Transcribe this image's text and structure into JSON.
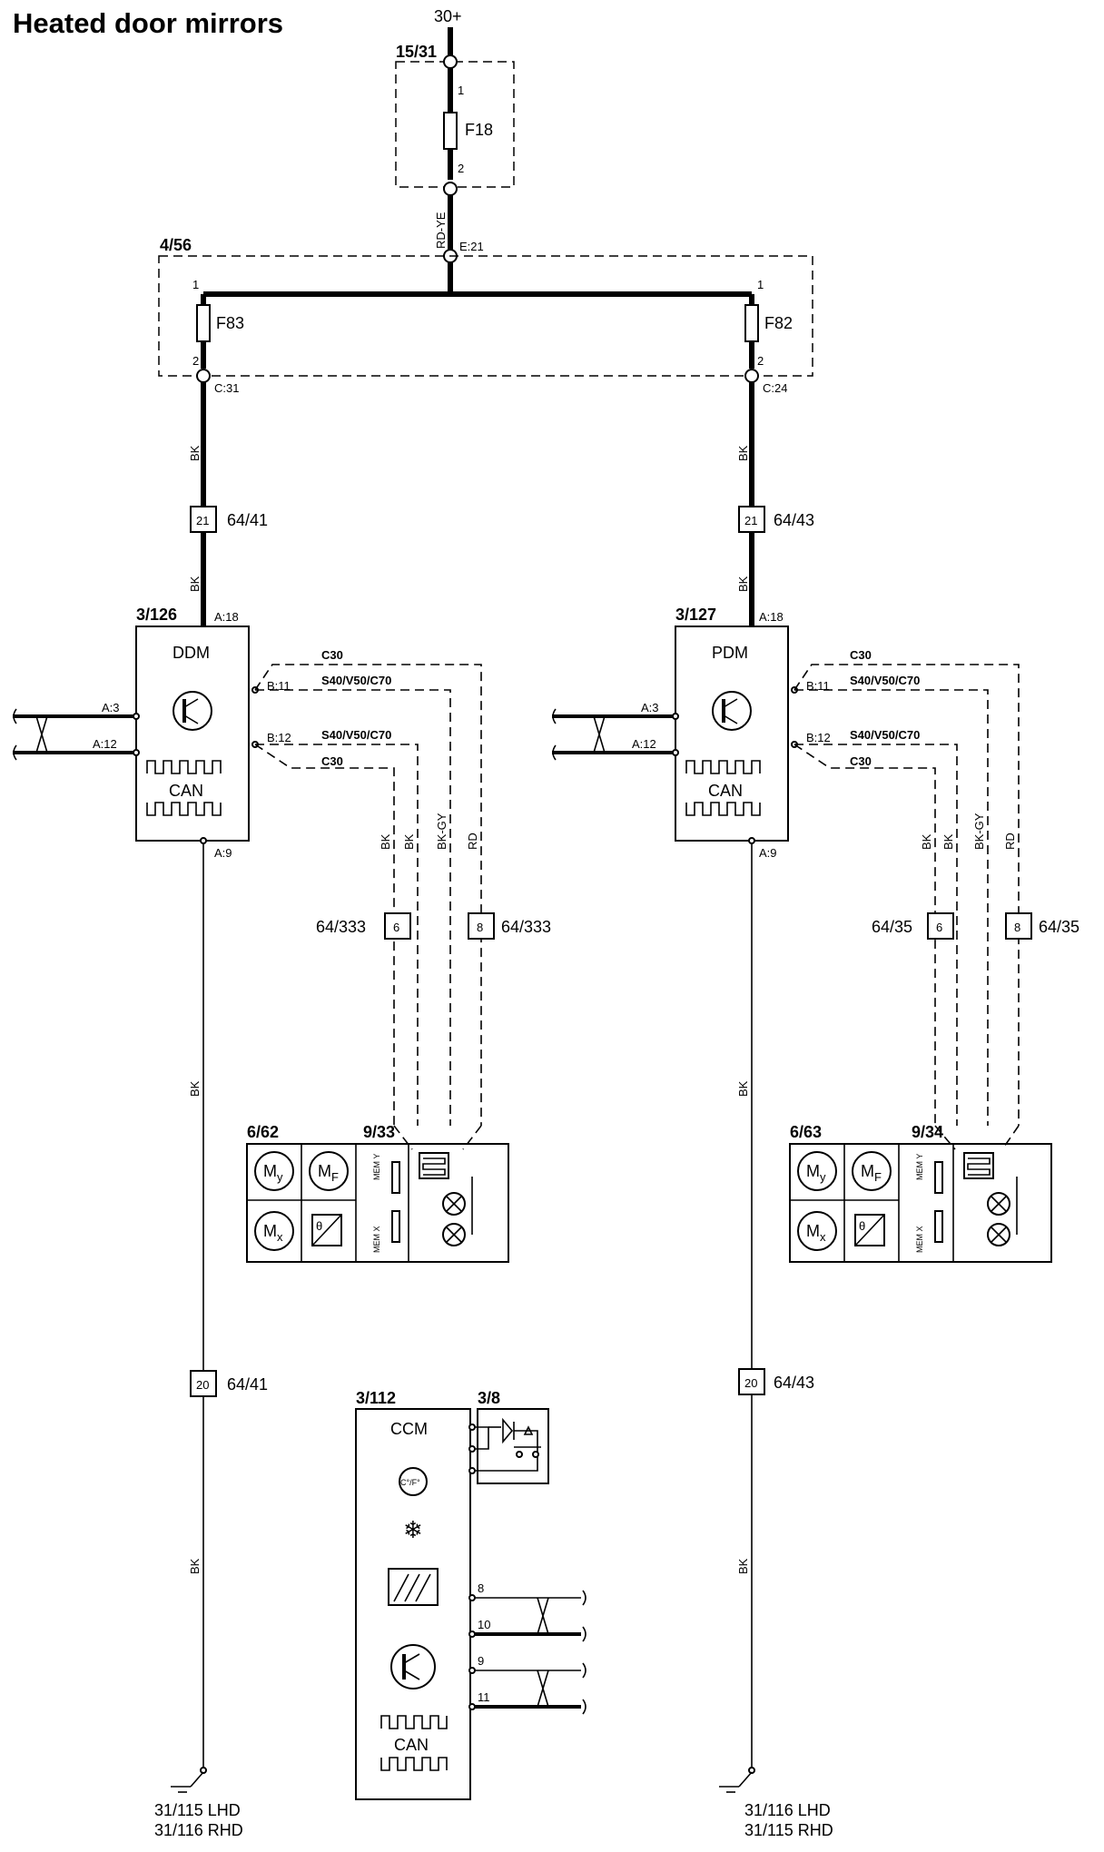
{
  "title": "Heated door mirrors",
  "supply": {
    "label": "30+"
  },
  "fuse_box_upper": {
    "id": "15/31",
    "fuse": "F18",
    "pin_in": "1",
    "pin_out": "2"
  },
  "feed_wire": {
    "color": "RD-YE",
    "connector": "E:21"
  },
  "fuse_box_main": {
    "id": "4/56",
    "left": {
      "fuse": "F83",
      "pin_in": "1",
      "pin_out": "2",
      "connector": "C:31"
    },
    "right": {
      "fuse": "F82",
      "pin_in": "1",
      "pin_out": "2",
      "connector": "C:24"
    }
  },
  "left_branch": {
    "wire_top": "BK",
    "splice_pin": "21",
    "splice_ref": "64/41",
    "wire_mid": "BK",
    "module": {
      "id": "3/126",
      "name": "DDM",
      "pin_power": "A:18",
      "pin_ground": "A:9",
      "pin_a3": "A:3",
      "pin_a12": "A:12",
      "pin_b11": "B:11",
      "pin_b12": "B:12",
      "can_label": "CAN"
    },
    "variants": {
      "c30_top": "C30",
      "s40_top": "S40/V50/C70",
      "s40_bottom": "S40/V50/C70",
      "c30_bottom": "C30"
    },
    "wires": {
      "bk1": "BK",
      "bk2": "BK",
      "bkgy": "BK-GY",
      "rd": "RD"
    },
    "conn_left": {
      "pin": "6",
      "ref": "64/333"
    },
    "conn_right": {
      "pin": "8",
      "ref": "64/333"
    },
    "mirror": {
      "id": "6/62",
      "heater_id": "9/33",
      "my": "M",
      "my_sub": "y",
      "mf": "M",
      "mf_sub": "F",
      "mx": "M",
      "mx_sub": "x",
      "theta": "θ",
      "mem_y": "MEM Y",
      "mem_x": "MEM X"
    },
    "ground_wire_1": "BK",
    "ground_splice_pin": "20",
    "ground_splice_ref": "64/41",
    "ground_wire_2": "BK",
    "ground_label_1": "31/115 LHD",
    "ground_label_2": "31/116 RHD"
  },
  "right_branch": {
    "wire_top": "BK",
    "splice_pin": "21",
    "splice_ref": "64/43",
    "wire_mid": "BK",
    "module": {
      "id": "3/127",
      "name": "PDM",
      "pin_power": "A:18",
      "pin_ground": "A:9",
      "pin_a3": "A:3",
      "pin_a12": "A:12",
      "pin_b11": "B:11",
      "pin_b12": "B:12",
      "can_label": "CAN"
    },
    "variants": {
      "c30_top": "C30",
      "s40_top": "S40/V50/C70",
      "s40_bottom": "S40/V50/C70",
      "c30_bottom": "C30"
    },
    "wires": {
      "bk1": "BK",
      "bk2": "BK",
      "bkgy": "BK-GY",
      "rd": "RD"
    },
    "conn_left": {
      "pin": "6",
      "ref": "64/35"
    },
    "conn_right": {
      "pin": "8",
      "ref": "64/35"
    },
    "mirror": {
      "id": "6/63",
      "heater_id": "9/34",
      "my": "M",
      "my_sub": "y",
      "mf": "M",
      "mf_sub": "F",
      "mx": "M",
      "mx_sub": "x",
      "theta": "θ",
      "mem_y": "MEM Y",
      "mem_x": "MEM X"
    },
    "ground_wire_1": "BK",
    "ground_splice_pin": "20",
    "ground_splice_ref": "64/43",
    "ground_wire_2": "BK",
    "ground_label_1": "31/116 LHD",
    "ground_label_2": "31/115 RHD"
  },
  "ccm": {
    "id": "3/112",
    "name": "CCM",
    "switch_id": "3/8",
    "temp_unit": "C°/F°",
    "can_label": "CAN",
    "pins": [
      "8",
      "10",
      "9",
      "11"
    ]
  }
}
